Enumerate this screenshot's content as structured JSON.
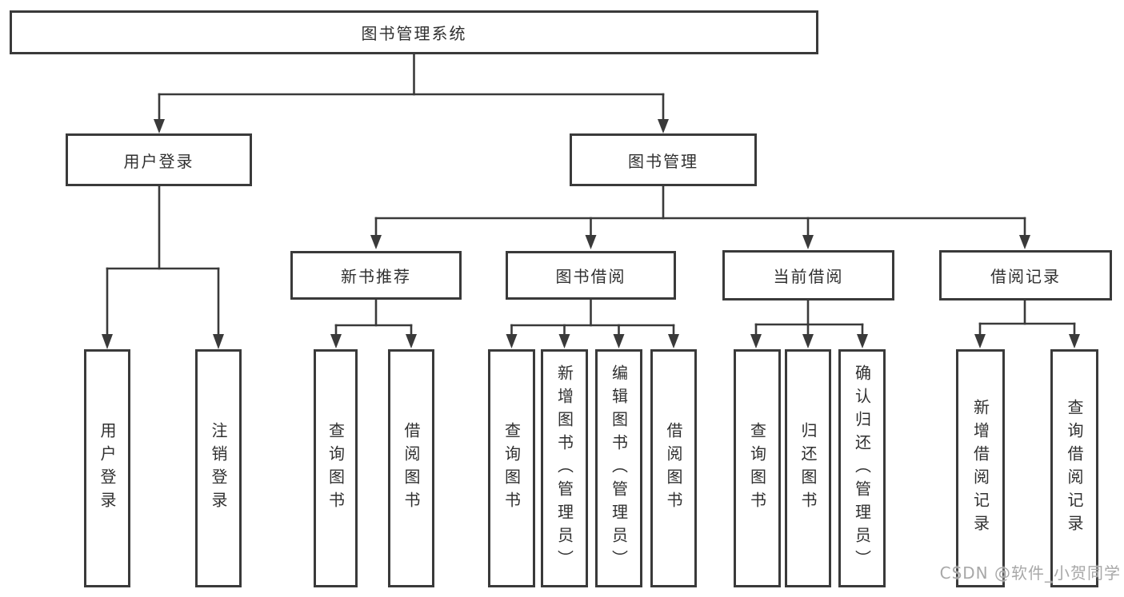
{
  "tree": {
    "root": "图书管理系统",
    "level1": [
      {
        "label": "用户登录",
        "children": [
          {
            "label": "用户登录"
          },
          {
            "label": "注销登录"
          }
        ]
      },
      {
        "label": "图书管理",
        "children": [
          {
            "label": "新书推荐",
            "children": [
              {
                "label": "查询图书"
              },
              {
                "label": "借阅图书"
              }
            ]
          },
          {
            "label": "图书借阅",
            "children": [
              {
                "label": "查询图书"
              },
              {
                "label": "新增图书（管理员）"
              },
              {
                "label": "编辑图书（管理员）"
              },
              {
                "label": "借阅图书"
              }
            ]
          },
          {
            "label": "当前借阅",
            "children": [
              {
                "label": "查询图书"
              },
              {
                "label": "归还图书"
              },
              {
                "label": "确认归还（管理员）"
              }
            ]
          },
          {
            "label": "借阅记录",
            "children": [
              {
                "label": "新增借阅记录"
              },
              {
                "label": "查询借阅记录"
              }
            ]
          }
        ]
      }
    ]
  },
  "watermark": {
    "text": "CSDN @软件_小贺同学"
  },
  "colors": {
    "line": "#3a3a3a",
    "text": "#303030",
    "background": "#ffffff",
    "watermark": "#a8a8a8"
  }
}
